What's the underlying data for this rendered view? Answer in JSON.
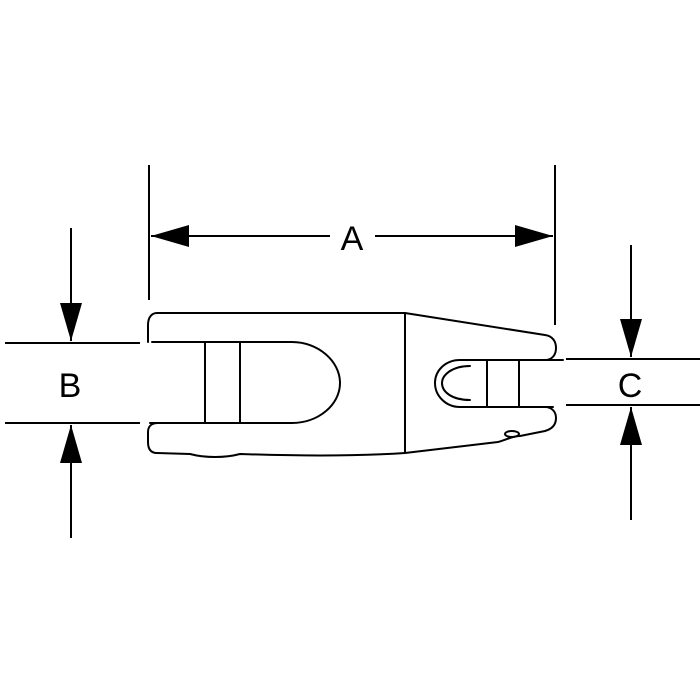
{
  "diagram": {
    "labels": {
      "a": "A",
      "b": "B",
      "c": "C"
    },
    "colors": {
      "stroke": "#000000",
      "background": "#ffffff"
    }
  }
}
